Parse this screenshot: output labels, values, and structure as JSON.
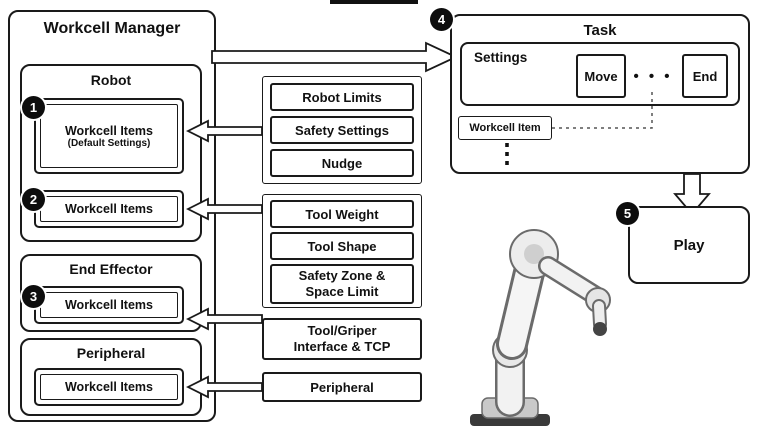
{
  "colors": {
    "border": "#1a1a1a",
    "badge_bg": "#0d0d0d",
    "badge_text": "#ffffff",
    "background": "#ffffff"
  },
  "badges": {
    "one": "1",
    "two": "2",
    "three": "3",
    "four": "4",
    "five": "5"
  },
  "workcell_manager": {
    "title": "Workcell Manager",
    "robot": {
      "title": "Robot",
      "default_item": {
        "label": "Workcell Items",
        "sublabel": "(Default Settings)"
      },
      "item": {
        "label": "Workcell Items"
      }
    },
    "end_effector": {
      "title": "End Effector",
      "item": {
        "label": "Workcell Items"
      }
    },
    "peripheral": {
      "title": "Peripheral",
      "item": {
        "label": "Workcell Items"
      }
    }
  },
  "settings_boxes": {
    "robot_group": [
      "Robot Limits",
      "Safety Settings",
      "Nudge"
    ],
    "tool_group": [
      "Tool Weight",
      "Tool Shape",
      "Safety Zone &\nSpace Limit"
    ],
    "tool_interface": "Tool/Griper\nInterface & TCP",
    "peripheral": "Peripheral"
  },
  "task": {
    "title": "Task",
    "settings_label": "Settings",
    "move_label": "Move",
    "dots": "• • •",
    "end_label": "End",
    "workcell_item_label": "Workcell Item",
    "ellipsis": "⋮"
  },
  "play": {
    "label": "Play"
  }
}
